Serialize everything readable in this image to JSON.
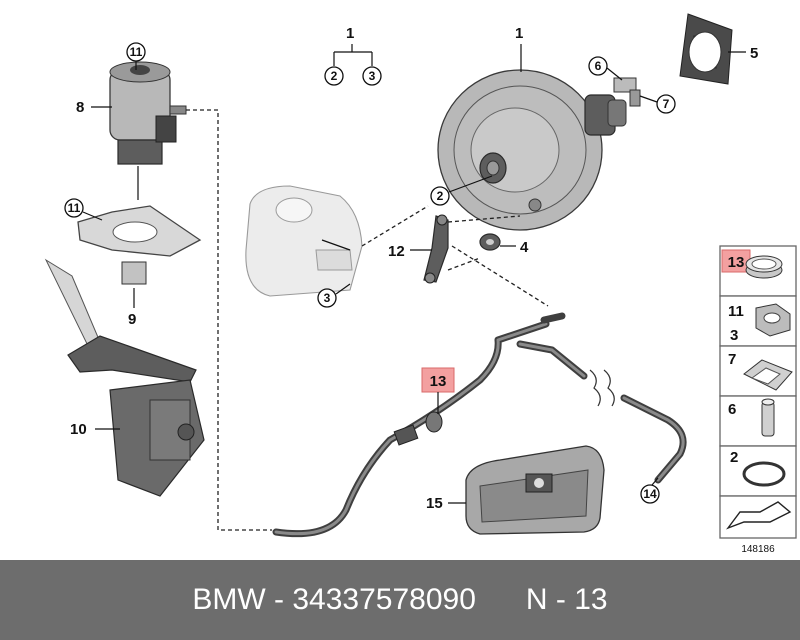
{
  "callouts": {
    "c1_top": "1",
    "c1_sub_left": "2",
    "c1_sub_right": "3",
    "booster": "1",
    "c2_rod": "2",
    "c3_reservoir": "3",
    "c4_washer": "4",
    "c5_gasket": "5",
    "c6_clip": "6",
    "c7_clevis": "7",
    "c8_pump": "8",
    "c9_bracket": "9",
    "c10_holder": "10",
    "c11_pump": "11",
    "c11_bracket": "11",
    "c12_sensor": "12",
    "c13_hose": "13",
    "c14_hose": "14",
    "c15_cover": "15"
  },
  "catalog": {
    "items": [
      {
        "label": "13",
        "highlight": true
      },
      {
        "label": "11",
        "label2": "3"
      },
      {
        "label": "7"
      },
      {
        "label": "6"
      },
      {
        "label": "2"
      },
      {
        "label": ""
      }
    ],
    "reference": "148186"
  },
  "footer": {
    "brand": "BMW",
    "separator1": " - ",
    "part_number": "34337578090",
    "spacer": "      ",
    "position": "N - 13"
  },
  "colors": {
    "footer_bg": "#6d6d6d",
    "highlight": "#f3a0a0"
  }
}
